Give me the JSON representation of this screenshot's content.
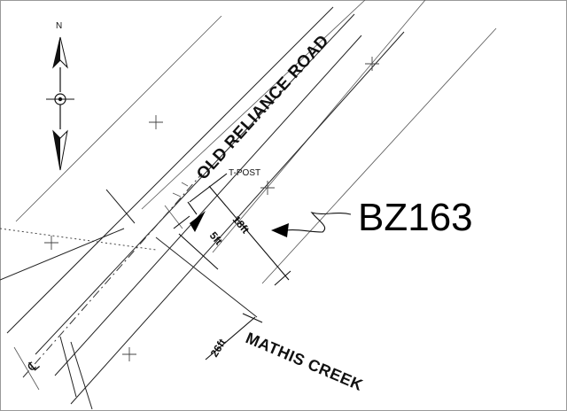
{
  "map": {
    "road_label": "OLD RELIANCE ROAD",
    "creek_label": "MATHIS CREEK",
    "tpost_label": "T-POST",
    "marker_label": "BZ163",
    "north_label": "N",
    "centerline_symbol": "℄",
    "dimensions": {
      "to_marker": "18ft",
      "tpost_offset": "5ft",
      "to_creek": "26ft"
    },
    "icons": [
      "north-arrow-icon",
      "compass-rose-icon",
      "t-post-triangle-icon",
      "marker-pointer-icon"
    ]
  }
}
